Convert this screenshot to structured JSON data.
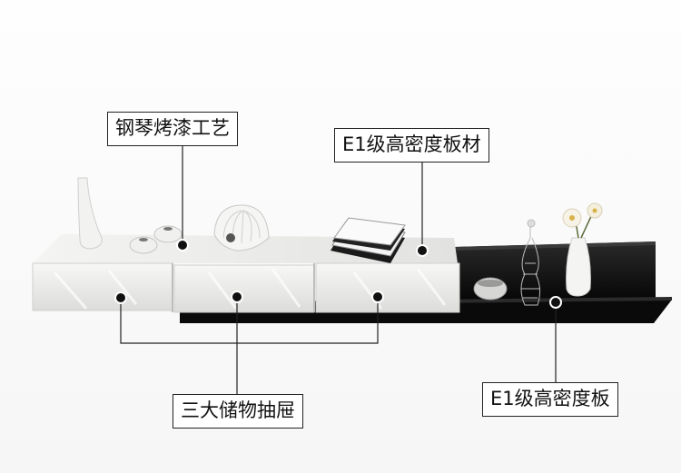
{
  "callouts": {
    "piano_paint": "钢琴烤漆工艺",
    "e1_mdf_board_material": "E1级高密度板材",
    "three_drawers": "三大储物抽屉",
    "e1_mdf_board": "E1级高密度板"
  },
  "colors": {
    "cabinet_white": "#eeeeec",
    "shelf_black": "#111111",
    "line": "#222222",
    "dot": "#111111"
  }
}
